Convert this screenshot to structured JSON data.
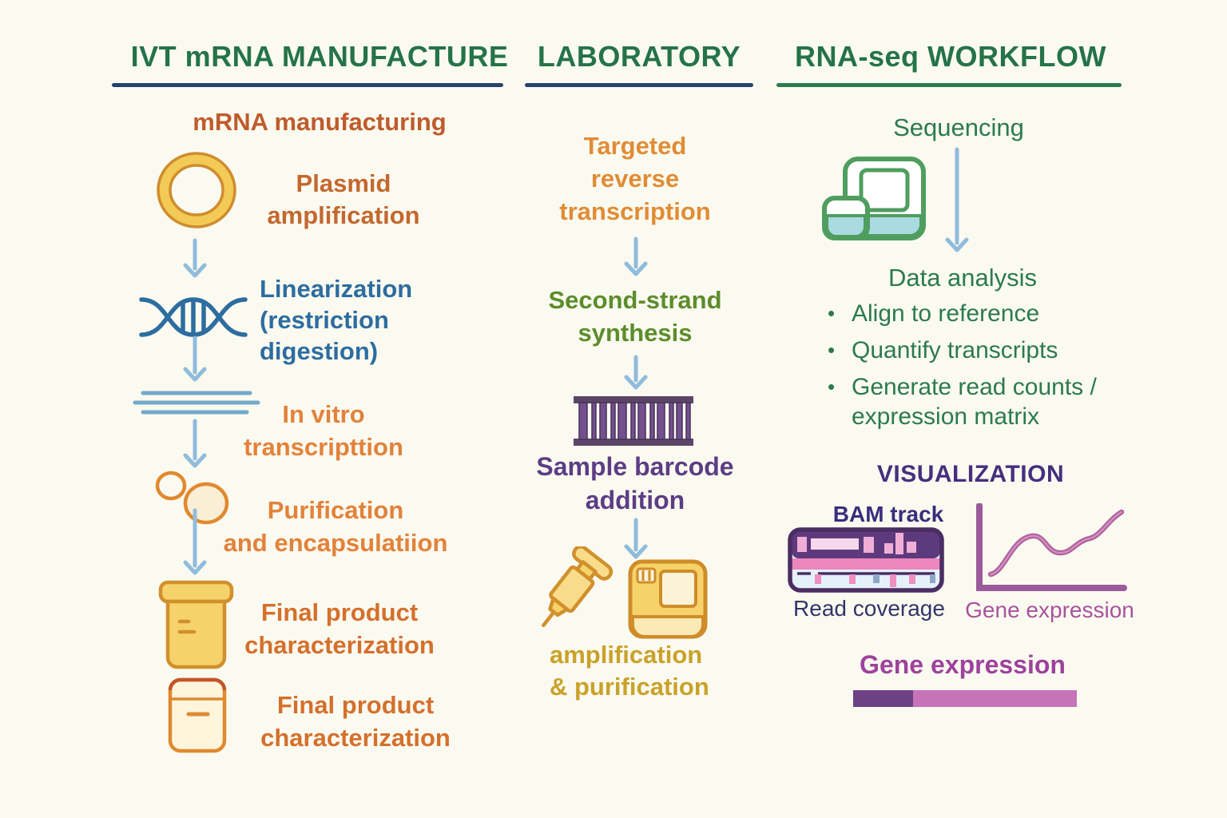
{
  "diagram": {
    "bullet_glyph": "•",
    "columns": {
      "manufacture": {
        "header": "IVT mRNA MANUFACTURE",
        "subtitle": "mRNA manufacturing",
        "steps": {
          "plasmid": "Plasmid\namplification",
          "linearization": "Linearization\n(restriction\ndigestion)",
          "ivt": "In vitro\ntranscripttion",
          "purification": "Purification\nand encapsulatiion",
          "final1": "Final product\ncharacterization",
          "final2": "Final product\ncharacterization"
        }
      },
      "laboratory": {
        "header": "LABORATORY",
        "steps": {
          "reverse_transcription": "Targeted\nreverse\ntranscription",
          "second_strand": "Second-strand\nsynthesis",
          "barcode": "Sample barcode\naddition",
          "amplification": "amplification\n& purification"
        }
      },
      "rnaseq": {
        "header": "RNA-seq WORKFLOW",
        "sequencing": "Sequencing",
        "data_analysis": {
          "title": "Data analysis",
          "bullets": [
            "Align to reference",
            "Quantify transcripts",
            "Generate read counts /\nexpression matrix"
          ]
        },
        "visualization": {
          "title": "VISUALIZATION",
          "bam_track": "BAM track",
          "read_coverage": "Read coverage",
          "gene_expression_plot": "Gene expression",
          "gene_expression_bar": "Gene expression"
        }
      }
    },
    "colors": {
      "background": "#fbfaf0",
      "header_green": "#257349",
      "underline_navy": "#27436b",
      "underline_green": "#2c7a4e",
      "arrow_blue": "#90bcdc",
      "orange": "#e2823a",
      "blue": "#2d6da0",
      "olive_green": "#5c8d2b",
      "purple": "#5c3d85",
      "gold": "#c9a22a",
      "dark_purple": "#452f7e",
      "magenta": "#9d429d",
      "gradient_dark": "#6d4184",
      "gradient_light": "#c673b7"
    }
  }
}
